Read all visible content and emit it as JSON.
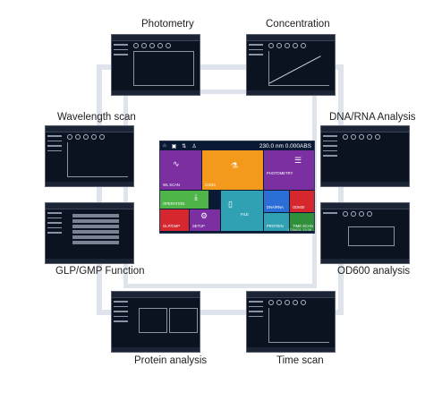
{
  "labels": {
    "photometry": "Photometry",
    "concentration": "Concentration",
    "wavelength_scan": "Wavelength scan",
    "dna_rna": "DNA/RNA Analysis",
    "glp_gmp": "GLP/GMP Function",
    "od600": "OD600 analysis",
    "protein": "Protein analysis",
    "time_scan": "Time scan"
  },
  "main_screen": {
    "readout": "230.0 nm    0.000ABS",
    "tiles": {
      "wl_scan": "WL SCAN",
      "conc": "CONC",
      "photometry": "PHOTOMETRY",
      "operation": "OPERATION",
      "glp_gmp": "GLP/GMP",
      "setup": "SETUP",
      "file": "FILE",
      "dna_rna": "DNA/RNA",
      "od600": "OD600",
      "protein": "PROTEIN",
      "time_scan": "TIME SCAN"
    },
    "status": "17/06/21    13:36"
  },
  "colors": {
    "frame": "#dfe3ec",
    "screen_bg": "#0c1320",
    "tile_purple": "#7b2fa0",
    "tile_orange": "#f39a1c",
    "tile_green": "#4fb548",
    "tile_red": "#d6262e",
    "tile_blue": "#2b6fd6",
    "tile_teal": "#2fa1b3",
    "tile_dkgreen": "#2f8f3a"
  }
}
